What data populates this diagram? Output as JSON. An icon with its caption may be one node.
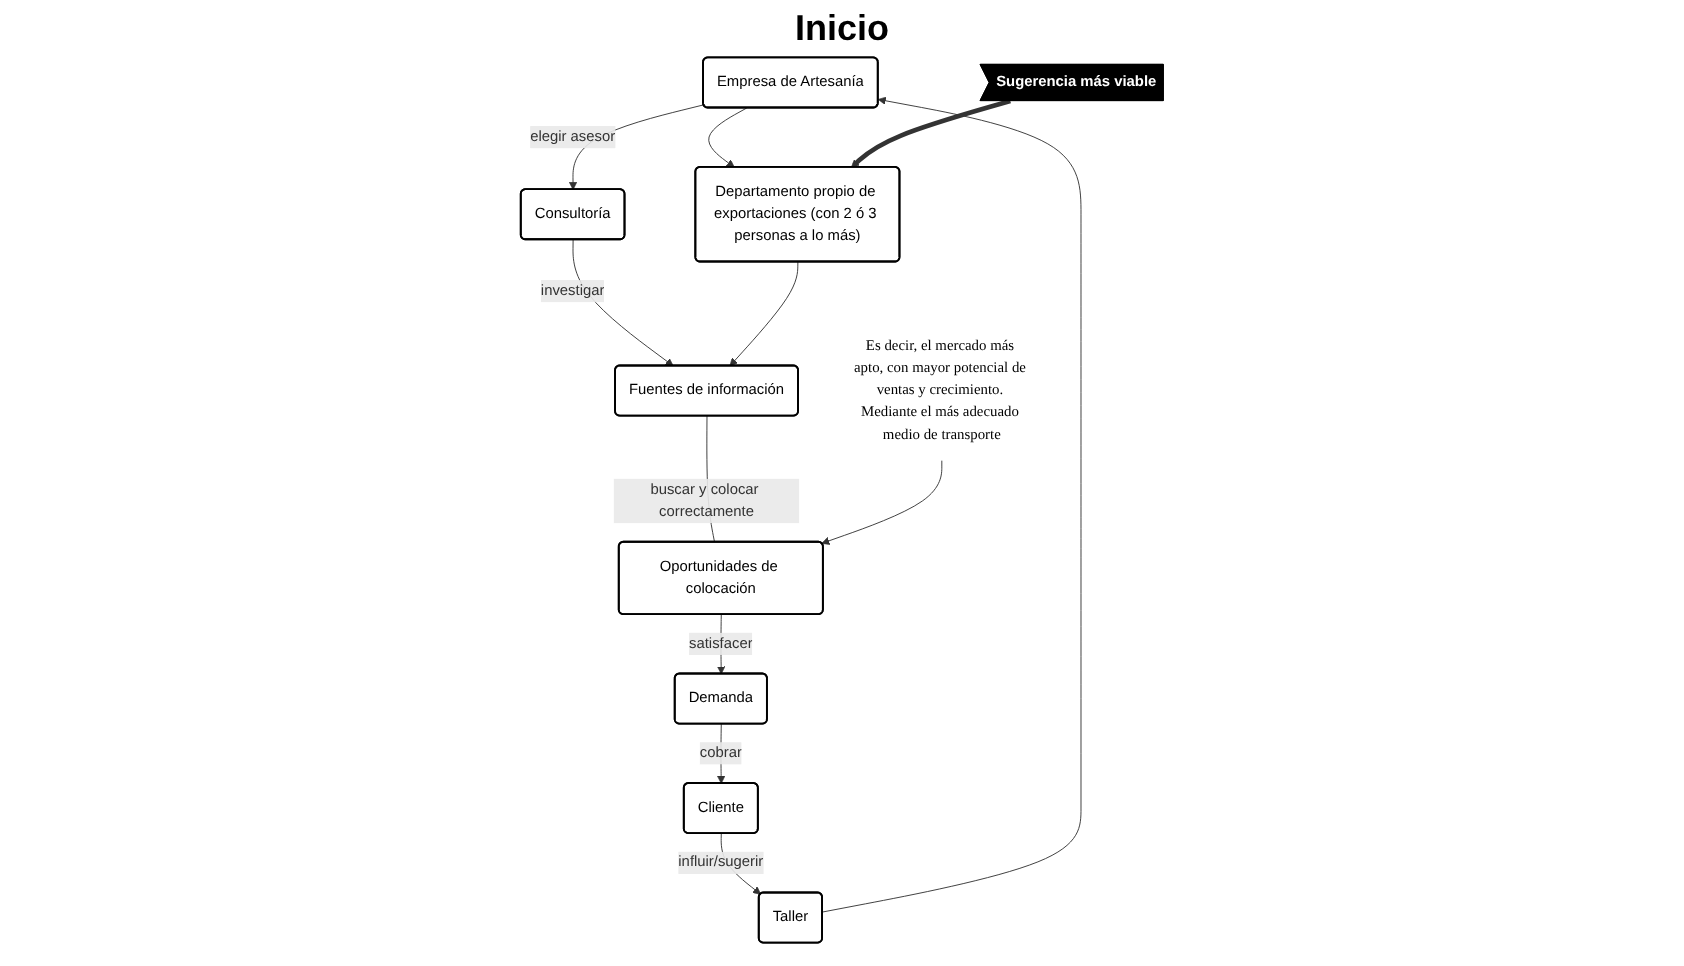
{
  "diagram": {
    "title": "Inicio",
    "nodes": [
      {
        "text": [
          "Empresa de Artesanía"
        ]
      },
      {
        "text": [
          "Consultoría"
        ]
      },
      {
        "text": [
          "Taller"
        ]
      },
      {
        "text": [
          "Fuentes de información"
        ]
      },
      {
        "text": [
          "Departamento propio de exportaciones (con 2 ó 3 personas a lo más)"
        ]
      },
      {
        "text": [
          "Sugerencia más viable"
        ]
      },
      {
        "text": [
          "Es decir, el mercado más apto, con mayor potencial de ventas y crecimiento. Mediante el más adecuado medio de transporte"
        ]
      },
      {
        "text": [
          "Oportunidades de colocación"
        ]
      },
      {
        "text": [
          "Demanda"
        ]
      },
      {
        "text": [
          "Cliente"
        ]
      }
    ],
    "edges": [
      {
        "from": 0,
        "to": 1,
        "arrow": "to",
        "label": "elegir asesor"
      },
      {
        "from": 1,
        "to": 3,
        "arrow": "to",
        "label": "investigar"
      },
      {
        "from": 2,
        "to": 0,
        "arrow": "to"
      },
      {
        "from": 0,
        "to": 4,
        "arrow": "to"
      },
      {
        "from": 4,
        "to": 3,
        "arrow": "to"
      },
      {
        "from": 5,
        "to": 4,
        "arrow": "to",
        "style": "thick"
      },
      {
        "from": 3,
        "to": 7,
        "arrow": "none",
        "label": "buscar y colocar correctamente"
      },
      {
        "from": 6,
        "to": 7,
        "arrow": "to"
      },
      {
        "from": 7,
        "to": 8,
        "arrow": "to",
        "label": "satisfacer"
      },
      {
        "from": 8,
        "to": 9,
        "arrow": "to",
        "label": "cobrar"
      },
      {
        "from": 9,
        "to": 2,
        "arrow": "to",
        "label": "influir/sugerir"
      }
    ]
  }
}
